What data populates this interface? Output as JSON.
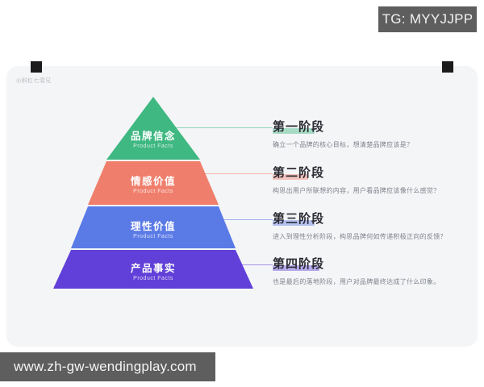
{
  "overlay": {
    "tg_badge": "TG: MYYJJPP",
    "watermark": "www.zh-gw-wendingplay.com"
  },
  "slide": {
    "brand_label": "◎斜杠七潜兄",
    "background_color": "#f4f5f7",
    "pyramid": {
      "tiers": [
        {
          "cn": "品牌信念",
          "en": "Product Facts",
          "color": "#3fb882"
        },
        {
          "cn": "情感价值",
          "en": "Product Facts",
          "color": "#ef7f6c"
        },
        {
          "cn": "理性价值",
          "en": "Product Facts",
          "color": "#5a7ae6"
        },
        {
          "cn": "产品事实",
          "en": "Product Facts",
          "color": "#6040d8"
        }
      ]
    },
    "stages": [
      {
        "title": "第一阶段",
        "desc": "确立一个品牌的核心目标，想清楚品牌应该是？",
        "color": "#3fb882",
        "highlight_width": 52,
        "connector_width": 148
      },
      {
        "title": "第二阶段",
        "desc": "构思出用户所联想的内容，用户看品牌应该像什么感觉？",
        "color": "#ef7f6c",
        "highlight_width": 44,
        "connector_width": 122
      },
      {
        "title": "第三阶段",
        "desc": "进入到理性分析阶段，构思品牌何如传递积极正向的反馈？",
        "color": "#5a7ae6",
        "highlight_width": 52,
        "connector_width": 96
      },
      {
        "title": "第四阶段",
        "desc": "也是最后的落地阶段，用户对品牌最终达成了什么印象。",
        "color": "#6040d8",
        "highlight_width": 58,
        "connector_width": 62
      }
    ]
  }
}
